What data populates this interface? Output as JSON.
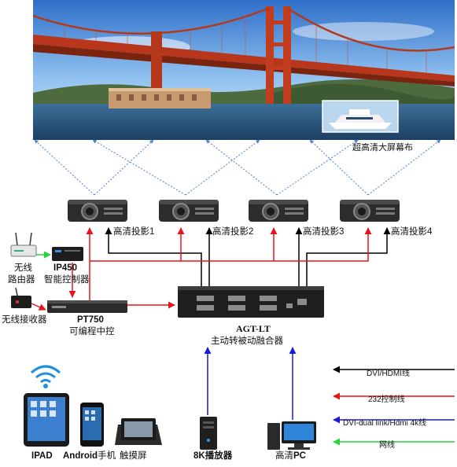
{
  "screen": {
    "caption": "超高清大屏幕布"
  },
  "projectors": [
    {
      "label": "高清投影1"
    },
    {
      "label": "高清投影2"
    },
    {
      "label": "高清投影3"
    },
    {
      "label": "高清投影4"
    }
  ],
  "devices": {
    "router": {
      "line1": "无线",
      "line2": "路由器"
    },
    "ip450": {
      "name": "IP450",
      "desc": "智能控制器"
    },
    "receiver": {
      "label": "无线接收器"
    },
    "pt750": {
      "name": "PT750",
      "desc": "可编程中控"
    },
    "agt": {
      "name": "AGT-LT",
      "desc": "主动转被动融合器"
    },
    "ipad": {
      "label": "IPAD"
    },
    "android": {
      "bold": "Android",
      "rest": "手机"
    },
    "touch": {
      "label": "触摸屏"
    },
    "player": {
      "label": "8K播放器"
    },
    "pc": {
      "pre": "高清",
      "bold": "PC"
    }
  },
  "legend": [
    {
      "label": "DVI/HDMI线",
      "color": "#000000"
    },
    {
      "label": "232控制线",
      "color": "#e8141b"
    },
    {
      "label": "DVI-dual link/Hdmi 4k线",
      "color": "#1a1ad6"
    },
    {
      "label": "网线",
      "color": "#27d43a"
    }
  ]
}
